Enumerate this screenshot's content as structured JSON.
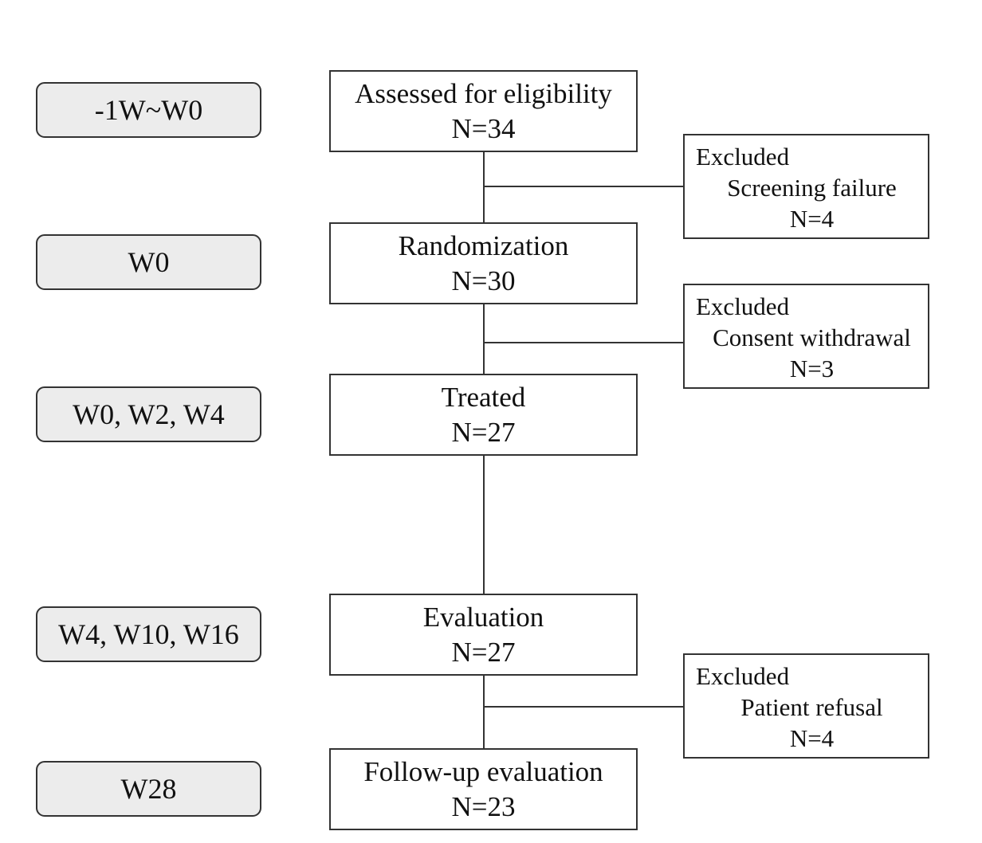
{
  "timepoints": [
    {
      "label": "-1W~W0"
    },
    {
      "label": "W0"
    },
    {
      "label": "W0, W2, W4"
    },
    {
      "label": "W4, W10, W16"
    },
    {
      "label": "W28"
    }
  ],
  "stages": [
    {
      "title": "Assessed for eligibility",
      "n": "N=34"
    },
    {
      "title": "Randomization",
      "n": "N=30"
    },
    {
      "title": "Treated",
      "n": "N=27"
    },
    {
      "title": "Evaluation",
      "n": "N=27"
    },
    {
      "title": "Follow-up evaluation",
      "n": "N=23"
    }
  ],
  "exclusions": [
    {
      "title": "Excluded",
      "reason": "Screening failure",
      "n": "N=4"
    },
    {
      "title": "Excluded",
      "reason": "Consent withdrawal",
      "n": "N=3"
    },
    {
      "title": "Excluded",
      "reason": "Patient refusal",
      "n": "N=4"
    }
  ]
}
